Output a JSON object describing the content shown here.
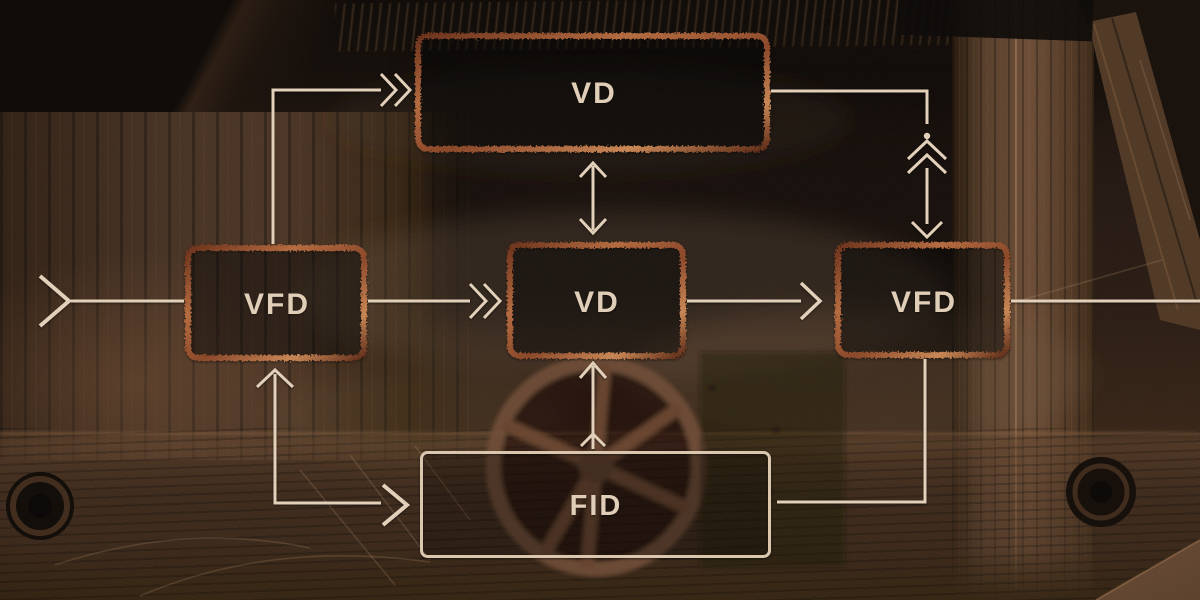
{
  "diagram": {
    "nodes": [
      {
        "id": "vd-top",
        "label": "VD"
      },
      {
        "id": "vfd-left",
        "label": "VFD"
      },
      {
        "id": "vd-center",
        "label": "VD"
      },
      {
        "id": "vfd-right",
        "label": "VFD"
      },
      {
        "id": "fid",
        "label": "FID"
      }
    ],
    "edges": [
      {
        "from": "input-left-edge",
        "to": "vfd-left",
        "marker": "single-chevron"
      },
      {
        "from": "vfd-left",
        "to": "vd-top",
        "marker": "double-chevron"
      },
      {
        "from": "vfd-left",
        "to": "vd-center",
        "marker": "double-chevron"
      },
      {
        "from": "vd-top",
        "to": "vd-center",
        "marker": "double-headed-arrow"
      },
      {
        "from": "vd-center",
        "to": "vfd-right",
        "marker": "single-chevron"
      },
      {
        "from": "vd-top",
        "to": "vfd-right",
        "marker": "dot-double-chevron-and-arrow"
      },
      {
        "from": "fid",
        "to": "vd-center",
        "marker": "arrow-with-chevron"
      },
      {
        "from": "corner-branch",
        "to": "vfd-left",
        "marker": "chevron-up"
      },
      {
        "from": "corner-branch",
        "to": "fid",
        "marker": "single-chevron"
      },
      {
        "from": "vfd-right",
        "to": "fid",
        "marker": "plain-line"
      },
      {
        "from": "vfd-right",
        "to": "output-right-edge",
        "marker": "plain-line"
      }
    ],
    "colors": {
      "line": "#e4d1ba",
      "copper_border": "#a85f38",
      "fid_border": "#dcc7ae",
      "label_text": "#e2cfb8"
    }
  }
}
